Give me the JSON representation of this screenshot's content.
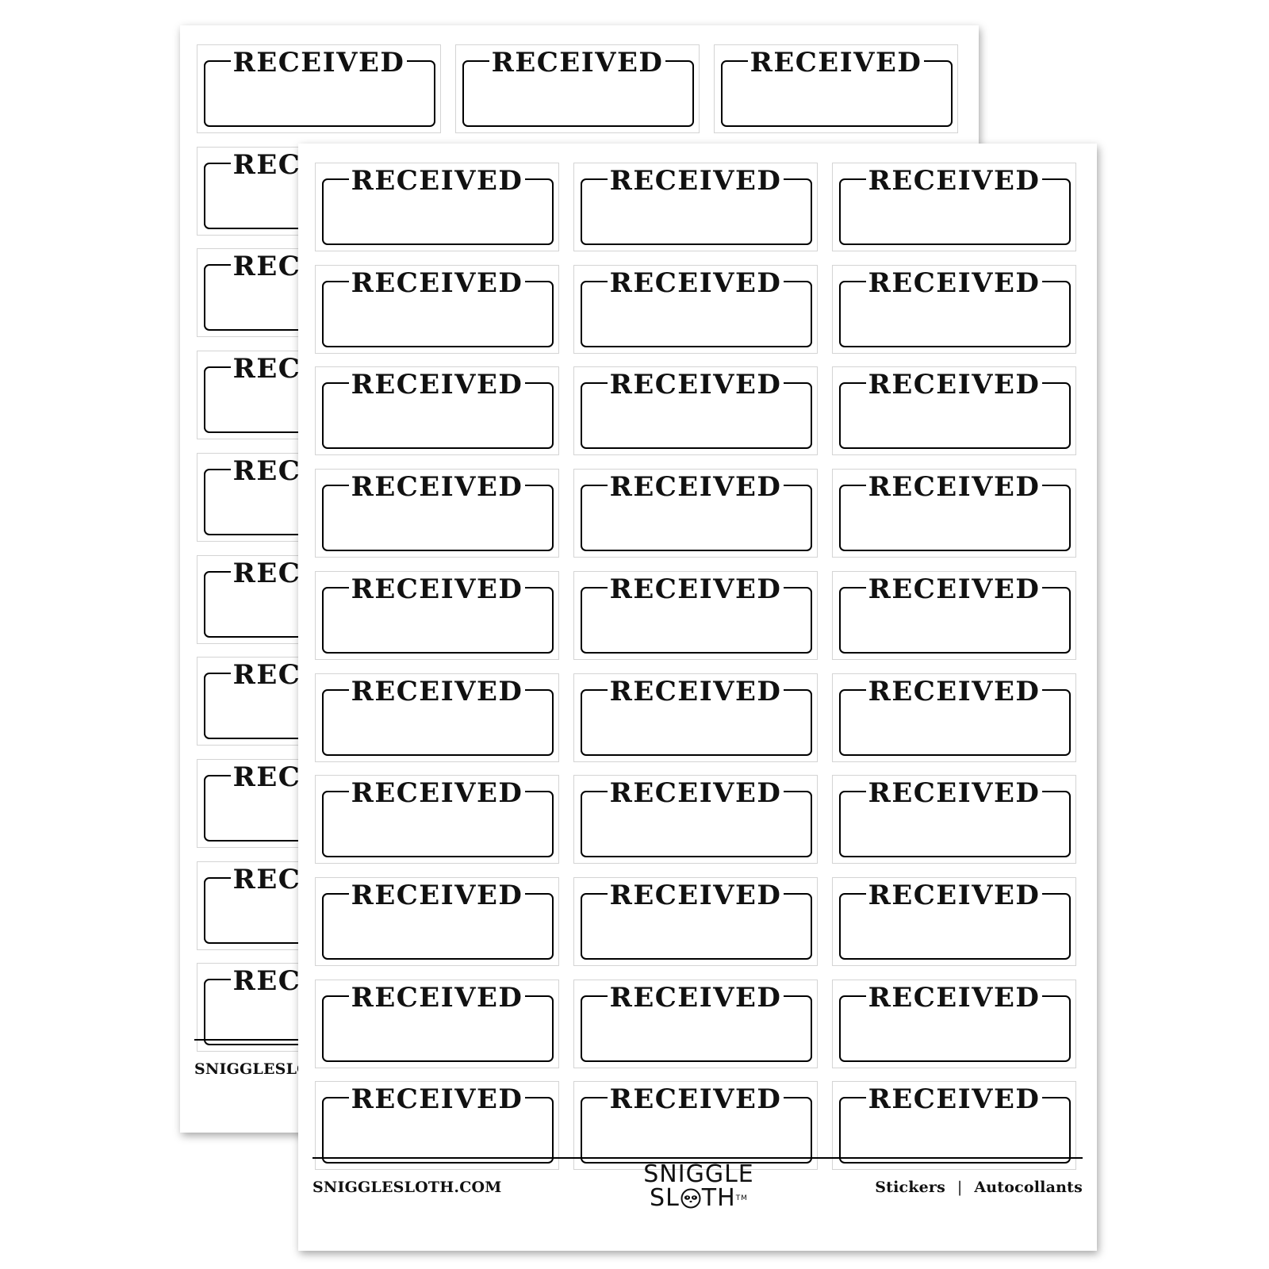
{
  "sticker_label": "RECEIVED",
  "back_sheet": {
    "website": "SNIGGLESLOTH.C"
  },
  "front_sheet": {
    "website": "SNIGGLESLOTH.COM",
    "brand_line1": "SNIGGLE",
    "brand_line2a": "SL",
    "brand_line2b": "TH",
    "trademark": "TM",
    "category": "Stickers",
    "separator": "|",
    "category_fr": "Autocollants"
  },
  "grid": {
    "rows": 10,
    "columns": 3
  },
  "colors": {
    "ink": "#000000",
    "cell_border": "#d4d4d4",
    "paper": "#ffffff"
  },
  "icons": [
    "sloth-face-icon"
  ]
}
